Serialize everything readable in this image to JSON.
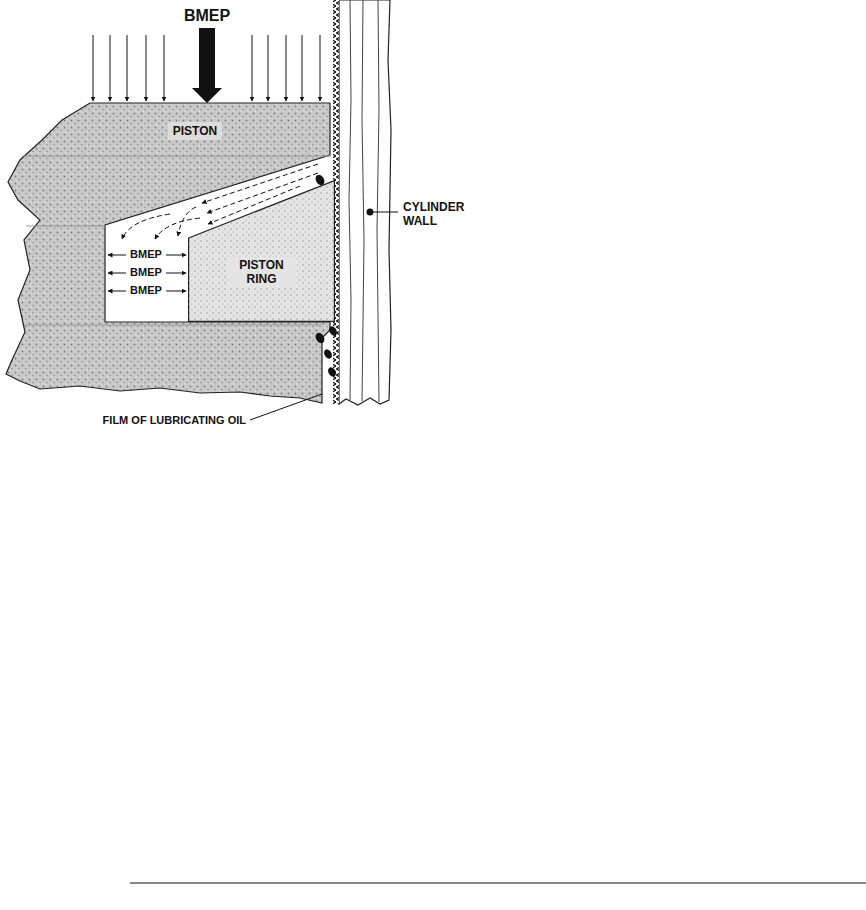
{
  "diagram": {
    "nodes": [
      {
        "text": [
          "PISTON"
        ]
      },
      {
        "text": [
          "PISTON RING"
        ]
      }
    ],
    "labels": [
      "BMEP",
      "BMEP",
      "BMEP",
      "BMEP",
      "CYLINDER WALL",
      "FILM OF LUBRICATING OIL"
    ]
  }
}
